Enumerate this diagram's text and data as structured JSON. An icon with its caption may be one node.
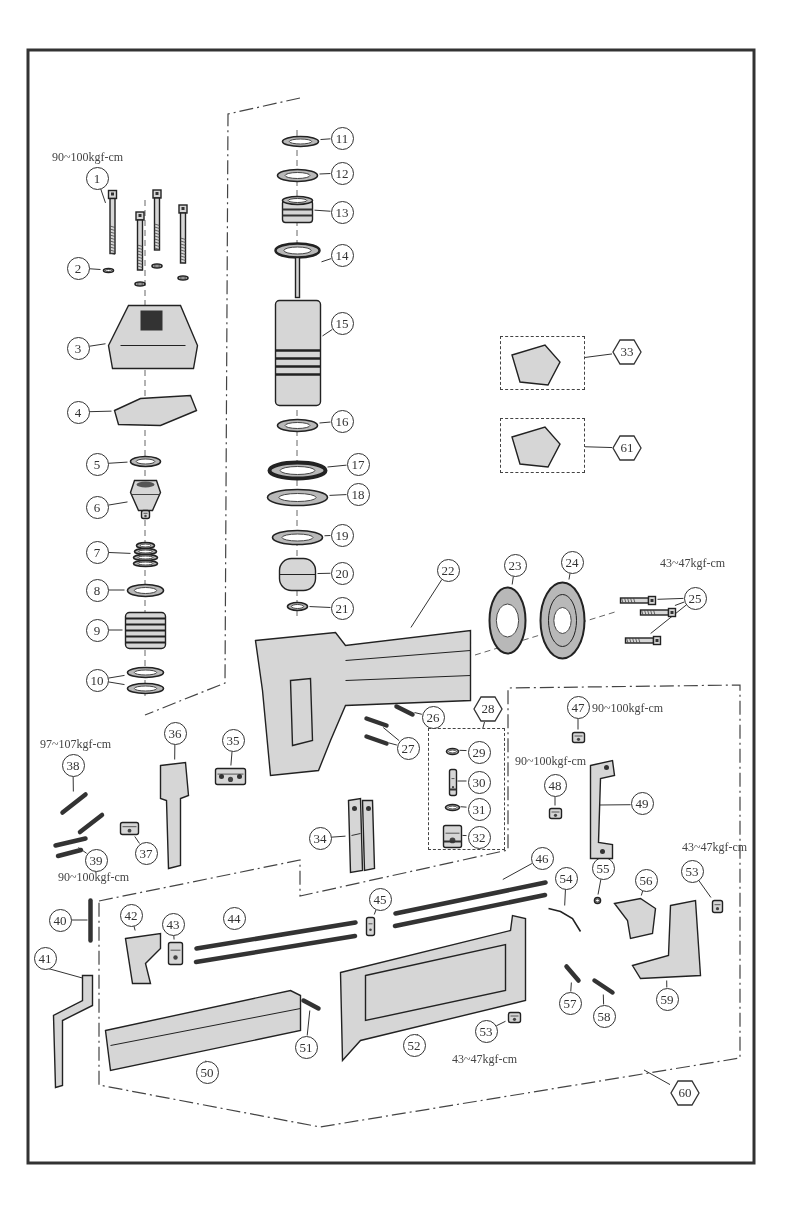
{
  "diagram": {
    "nodes": [
      {
        "text": [
          "1"
        ]
      },
      {
        "text": [
          "2"
        ]
      },
      {
        "text": [
          "3"
        ]
      },
      {
        "text": [
          "4"
        ]
      },
      {
        "text": [
          "5"
        ]
      },
      {
        "text": [
          "6"
        ]
      },
      {
        "text": [
          "7"
        ]
      },
      {
        "text": [
          "8"
        ]
      },
      {
        "text": [
          "9"
        ]
      },
      {
        "text": [
          "10"
        ]
      },
      {
        "text": [
          "11"
        ]
      },
      {
        "text": [
          "12"
        ]
      },
      {
        "text": [
          "13"
        ]
      },
      {
        "text": [
          "14"
        ]
      },
      {
        "text": [
          "15"
        ]
      },
      {
        "text": [
          "16"
        ]
      },
      {
        "text": [
          "17"
        ]
      },
      {
        "text": [
          "18"
        ]
      },
      {
        "text": [
          "19"
        ]
      },
      {
        "text": [
          "20"
        ]
      },
      {
        "text": [
          "21"
        ]
      },
      {
        "text": [
          "22"
        ]
      },
      {
        "text": [
          "23"
        ]
      },
      {
        "text": [
          "24"
        ]
      },
      {
        "text": [
          "25"
        ]
      },
      {
        "text": [
          "26"
        ]
      },
      {
        "text": [
          "27"
        ]
      },
      {
        "text": [
          "28"
        ]
      },
      {
        "text": [
          "29"
        ],
        "in": 93
      },
      {
        "text": [
          "30"
        ],
        "in": 93
      },
      {
        "text": [
          "31"
        ],
        "in": 93
      },
      {
        "text": [
          "32"
        ],
        "in": 93
      },
      {
        "text": [
          "33"
        ]
      },
      {
        "text": [
          "34"
        ]
      },
      {
        "text": [
          "35"
        ]
      },
      {
        "text": [
          "36"
        ]
      },
      {
        "text": [
          "37"
        ]
      },
      {
        "text": [
          "38"
        ]
      },
      {
        "text": [
          "39"
        ]
      },
      {
        "text": [
          "40"
        ]
      },
      {
        "text": [
          "41"
        ]
      },
      {
        "text": [
          "42"
        ]
      },
      {
        "text": [
          "43"
        ]
      },
      {
        "text": [
          "44"
        ]
      },
      {
        "text": [
          "45"
        ]
      },
      {
        "text": [
          "46"
        ]
      },
      {
        "text": [
          "47"
        ]
      },
      {
        "text": [
          "48"
        ]
      },
      {
        "text": [
          "49"
        ]
      },
      {
        "text": [
          "50"
        ]
      },
      {
        "text": [
          "51"
        ]
      },
      {
        "text": [
          "52"
        ]
      },
      {
        "text": [
          "53"
        ]
      },
      {
        "text": [
          "53"
        ]
      },
      {
        "text": [
          "54"
        ]
      },
      {
        "text": [
          "55"
        ]
      },
      {
        "text": [
          "56"
        ]
      },
      {
        "text": [
          "57"
        ]
      },
      {
        "text": [
          "58"
        ]
      },
      {
        "text": [
          "59"
        ]
      },
      {
        "text": [
          "60"
        ]
      },
      {
        "text": [
          "61"
        ]
      },
      {
        "text": [],
        "shape": "picture"
      },
      {
        "text": [],
        "shape": "picture"
      },
      {
        "text": [],
        "shape": "picture"
      },
      {
        "text": [],
        "shape": "picture"
      },
      {
        "text": [],
        "shape": "picture"
      },
      {
        "text": [],
        "shape": "picture"
      },
      {
        "text": [],
        "shape": "picture"
      },
      {
        "text": [],
        "shape": "picture"
      },
      {
        "text": [],
        "shape": "picture"
      },
      {
        "text": [],
        "shape": "picture"
      },
      {
        "text": [],
        "shape": "picture"
      },
      {
        "text": [],
        "shape": "picture"
      },
      {
        "text": [],
        "shape": "picture"
      },
      {
        "text": [],
        "shape": "picture"
      },
      {
        "text": [],
        "shape": "picture"
      },
      {
        "text": [],
        "shape": "picture"
      },
      {
        "text": [],
        "shape": "picture"
      },
      {
        "text": [],
        "shape": "picture"
      },
      {
        "text": [],
        "shape": "picture"
      },
      {
        "text": [],
        "shape": "picture"
      },
      {
        "text": [],
        "shape": "picture"
      },
      {
        "text": [],
        "shape": "picture"
      },
      {
        "text": [],
        "shape": "picture"
      },
      {
        "text": [],
        "shape": "picture"
      },
      {
        "text": [],
        "shape": "picture"
      },
      {
        "text": [],
        "shape": "picture"
      },
      {
        "text": [],
        "shape": "picture"
      },
      {
        "text": [],
        "shape": "picture"
      },
      {
        "text": [],
        "shape": "picture"
      },
      {
        "text": [],
        "shape": "picture"
      },
      {
        "text": [],
        "shape": "picture"
      },
      {
        "text": [],
        "shape": "box"
      },
      {
        "text": [],
        "shape": "picture",
        "in": 93
      },
      {
        "text": [],
        "shape": "picture",
        "in": 93
      },
      {
        "text": [],
        "shape": "picture",
        "in": 93
      },
      {
        "text": [],
        "shape": "picture",
        "in": 93
      },
      {
        "text": [],
        "shape": "box"
      },
      {
        "text": [],
        "shape": "picture"
      },
      {
        "text": [],
        "shape": "picture"
      },
      {
        "text": [],
        "shape": "picture"
      },
      {
        "text": [],
        "shape": "picture"
      },
      {
        "text": [],
        "shape": "picture"
      },
      {
        "text": [],
        "shape": "picture"
      },
      {
        "text": [],
        "shape": "picture"
      },
      {
        "text": [],
        "shape": "picture"
      },
      {
        "text": [],
        "shape": "picture"
      },
      {
        "text": [],
        "shape": "picture"
      },
      {
        "text": [],
        "shape": "picture"
      },
      {
        "text": [],
        "shape": "picture"
      },
      {
        "text": [],
        "shape": "picture"
      },
      {
        "text": [],
        "shape": "picture"
      },
      {
        "text": [],
        "shape": "picture"
      },
      {
        "text": [],
        "shape": "picture"
      },
      {
        "text": [],
        "shape": "picture"
      },
      {
        "text": [],
        "shape": "picture"
      },
      {
        "text": [],
        "shape": "picture"
      },
      {
        "text": [],
        "shape": "picture"
      },
      {
        "text": [],
        "shape": "picture"
      },
      {
        "text": [],
        "shape": "picture"
      },
      {
        "text": [],
        "shape": "picture"
      },
      {
        "text": [],
        "shape": "picture"
      },
      {
        "text": [],
        "shape": "picture"
      },
      {
        "text": [],
        "shape": "picture"
      },
      {
        "text": [],
        "shape": "picture"
      },
      {
        "text": [],
        "shape": "box"
      }
    ],
    "edges": [
      {
        "from": 0,
        "to": 62,
        "arrow": "none"
      },
      {
        "from": 1,
        "to": 63,
        "arrow": "none"
      },
      {
        "from": 2,
        "to": 64,
        "arrow": "none"
      },
      {
        "from": 3,
        "to": 65,
        "arrow": "none"
      },
      {
        "from": 4,
        "to": 66,
        "arrow": "none"
      },
      {
        "from": 5,
        "to": 67,
        "arrow": "none"
      },
      {
        "from": 6,
        "to": 68,
        "arrow": "none"
      },
      {
        "from": 7,
        "to": 69,
        "arrow": "none"
      },
      {
        "from": 8,
        "to": 70,
        "arrow": "none"
      },
      {
        "from": 9,
        "to": 71,
        "arrow": "none"
      },
      {
        "from": 9,
        "to": 72,
        "arrow": "none"
      },
      {
        "from": 10,
        "to": 73,
        "arrow": "none"
      },
      {
        "from": 11,
        "to": 74,
        "arrow": "none"
      },
      {
        "from": 12,
        "to": 75,
        "arrow": "none"
      },
      {
        "from": 13,
        "to": 76,
        "arrow": "none"
      },
      {
        "from": 14,
        "to": 77,
        "arrow": "none"
      },
      {
        "from": 15,
        "to": 78,
        "arrow": "none"
      },
      {
        "from": 16,
        "to": 79,
        "arrow": "none"
      },
      {
        "from": 17,
        "to": 80,
        "arrow": "none"
      },
      {
        "from": 18,
        "to": 81,
        "arrow": "none"
      },
      {
        "from": 19,
        "to": 82,
        "arrow": "none"
      },
      {
        "from": 20,
        "to": 83,
        "arrow": "none"
      },
      {
        "from": 21,
        "to": 84,
        "arrow": "none"
      },
      {
        "from": 22,
        "to": 85,
        "arrow": "none"
      },
      {
        "from": 23,
        "to": 86,
        "arrow": "none"
      },
      {
        "from": 24,
        "to": 87,
        "arrow": "none"
      },
      {
        "from": 24,
        "to": 88,
        "arrow": "none"
      },
      {
        "from": 24,
        "to": 89,
        "arrow": "none"
      },
      {
        "from": 25,
        "to": 90,
        "arrow": "none"
      },
      {
        "from": 26,
        "to": 91,
        "arrow": "none"
      },
      {
        "from": 26,
        "to": 92,
        "arrow": "none"
      },
      {
        "from": 27,
        "to": 93,
        "arrow": "none"
      },
      {
        "from": 28,
        "to": 94,
        "arrow": "none"
      },
      {
        "from": 29,
        "to": 95,
        "arrow": "none"
      },
      {
        "from": 30,
        "to": 96,
        "arrow": "none"
      },
      {
        "from": 31,
        "to": 97,
        "arrow": "none"
      },
      {
        "from": 32,
        "to": 98,
        "arrow": "none"
      },
      {
        "from": 33,
        "to": 99,
        "arrow": "none"
      },
      {
        "from": 34,
        "to": 100,
        "arrow": "none"
      },
      {
        "from": 35,
        "to": 101,
        "arrow": "none"
      },
      {
        "from": 36,
        "to": 102,
        "arrow": "none"
      },
      {
        "from": 37,
        "to": 103,
        "arrow": "none"
      },
      {
        "from": 38,
        "to": 104,
        "arrow": "none"
      },
      {
        "from": 39,
        "to": 105,
        "arrow": "none"
      },
      {
        "from": 40,
        "to": 106,
        "arrow": "none"
      },
      {
        "from": 41,
        "to": 107,
        "arrow": "none"
      },
      {
        "from": 42,
        "to": 108,
        "arrow": "none"
      },
      {
        "from": 43,
        "to": 109,
        "arrow": "none"
      },
      {
        "from": 44,
        "to": 110,
        "arrow": "none"
      },
      {
        "from": 45,
        "to": 111,
        "arrow": "none"
      },
      {
        "from": 46,
        "to": 112,
        "arrow": "none"
      },
      {
        "from": 47,
        "to": 113,
        "arrow": "none"
      },
      {
        "from": 48,
        "to": 114,
        "arrow": "none"
      },
      {
        "from": 49,
        "to": 115,
        "arrow": "none"
      },
      {
        "from": 50,
        "to": 116,
        "arrow": "none"
      },
      {
        "from": 51,
        "to": 117,
        "arrow": "none"
      },
      {
        "from": 52,
        "to": 118,
        "arrow": "none"
      },
      {
        "from": 53,
        "to": 119,
        "arrow": "none"
      },
      {
        "from": 54,
        "to": 120,
        "arrow": "none"
      },
      {
        "from": 55,
        "to": 121,
        "arrow": "none"
      },
      {
        "from": 56,
        "to": 122,
        "arrow": "none"
      },
      {
        "from": 57,
        "to": 123,
        "arrow": "none"
      },
      {
        "from": 58,
        "to": 124,
        "arrow": "none"
      },
      {
        "from": 59,
        "to": 125,
        "arrow": "none"
      },
      {
        "from": 60,
        "to": null,
        "arrow": "none"
      },
      {
        "from": 61,
        "to": 126,
        "arrow": "none"
      }
    ],
    "labels": [
      "90~100kgf-cm",
      "43~47kgf-cm",
      "90~100kgf-cm",
      "97~107kgf-cm",
      "90~100kgf-cm",
      "43~47kgf-cm",
      "90~100kgf-cm",
      "43~47kgf-cm"
    ]
  }
}
